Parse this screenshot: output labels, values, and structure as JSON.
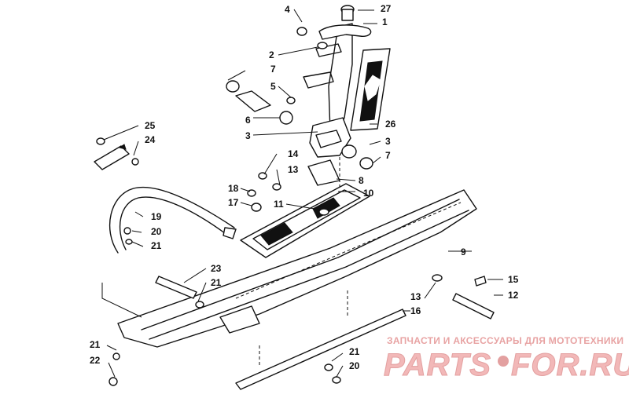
{
  "diagram": {
    "callouts": [
      {
        "id": "c27a",
        "text": "27"
      },
      {
        "id": "c1",
        "text": "1"
      },
      {
        "id": "c4",
        "text": "4"
      },
      {
        "id": "c2",
        "text": "2"
      },
      {
        "id": "c7a",
        "text": "7"
      },
      {
        "id": "c5",
        "text": "5"
      },
      {
        "id": "c6",
        "text": "6"
      },
      {
        "id": "c3a",
        "text": "3"
      },
      {
        "id": "c26",
        "text": "26"
      },
      {
        "id": "c3b",
        "text": "3"
      },
      {
        "id": "c7b",
        "text": "7"
      },
      {
        "id": "c14",
        "text": "14"
      },
      {
        "id": "c13a",
        "text": "13"
      },
      {
        "id": "c8",
        "text": "8"
      },
      {
        "id": "c10",
        "text": "10"
      },
      {
        "id": "c18",
        "text": "18"
      },
      {
        "id": "c17",
        "text": "17"
      },
      {
        "id": "c11",
        "text": "11"
      },
      {
        "id": "c25",
        "text": "25"
      },
      {
        "id": "c24",
        "text": "24"
      },
      {
        "id": "c19",
        "text": "19"
      },
      {
        "id": "c20a",
        "text": "20"
      },
      {
        "id": "c21a",
        "text": "21"
      },
      {
        "id": "c9",
        "text": "9"
      },
      {
        "id": "c23",
        "text": "23"
      },
      {
        "id": "c21b",
        "text": "21"
      },
      {
        "id": "c15",
        "text": "15"
      },
      {
        "id": "c13b",
        "text": "13"
      },
      {
        "id": "c12",
        "text": "12"
      },
      {
        "id": "c16",
        "text": "16"
      },
      {
        "id": "c21c",
        "text": "21"
      },
      {
        "id": "c22",
        "text": "22"
      },
      {
        "id": "c21d",
        "text": "21"
      },
      {
        "id": "c20b",
        "text": "20"
      }
    ]
  },
  "watermark": {
    "caption": "ЗАПЧАСТИ И АКСЕССУАРЫ ДЛЯ МОТОТЕХНИКИ",
    "brand_left": "PARTS",
    "brand_right": "FOR.RU",
    "caption_color": "#e8a3a3",
    "brand_color": "#f2b8b8",
    "brand_dark": "#e3a0a0"
  }
}
